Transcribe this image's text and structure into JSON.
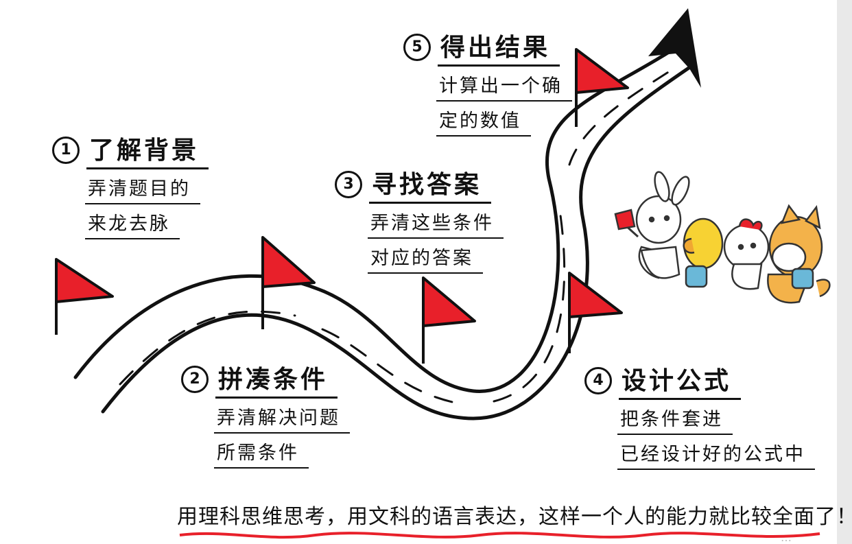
{
  "steps": [
    {
      "num": "1",
      "title": "了解背景",
      "lines": [
        "弄清题目的",
        "来龙去脉"
      ]
    },
    {
      "num": "2",
      "title": "拼凑条件",
      "lines": [
        "弄清解决问题",
        "所需条件"
      ]
    },
    {
      "num": "3",
      "title": "寻找答案",
      "lines": [
        "弄清这些条件",
        "对应的答案"
      ]
    },
    {
      "num": "4",
      "title": "设计公式",
      "lines": [
        "把条件套进",
        "已经设计好的公式中"
      ]
    },
    {
      "num": "5",
      "title": "得出结果",
      "lines": [
        "计算出一个确",
        "定的数值"
      ]
    }
  ],
  "footer": "用理科思维思考，用文科的语言表达，这样一个人的能力就比较全面了！",
  "watermark": "…",
  "colors": {
    "flag": "#e8202a",
    "ink": "#111111",
    "underline": "#e8202a"
  },
  "icons": [
    "flag-icon",
    "road-arrow-icon",
    "animal-friends-illustration"
  ]
}
